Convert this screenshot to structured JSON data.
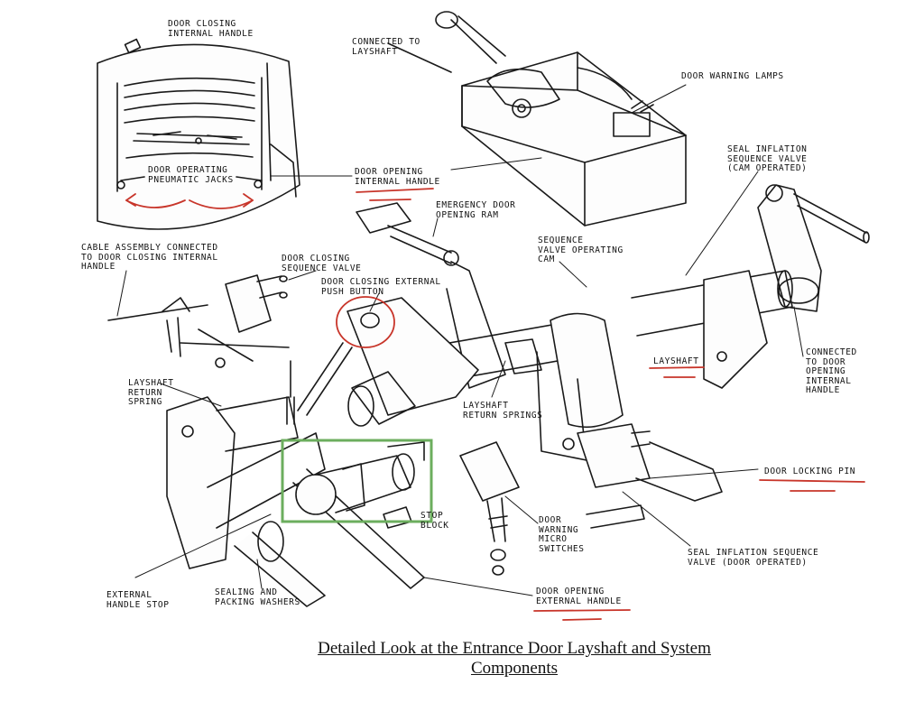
{
  "labels": {
    "door_closing_internal_handle": "DOOR CLOSING\nINTERNAL HANDLE",
    "connected_to_layshaft": "CONNECTED TO\nLAYSHAFT",
    "door_warning_lamps": "DOOR WARNING LAMPS",
    "door_operating_pneumatic_jacks": "DOOR OPERATING\nPNEUMATIC JACKS",
    "door_opening_internal_handle": "DOOR OPENING\nINTERNAL HANDLE",
    "seal_inflation_cam": "SEAL INFLATION\nSEQUENCE VALVE\n(CAM OPERATED)",
    "emergency_door_opening_ram": "EMERGENCY DOOR\nOPENING RAM",
    "cable_assembly": "CABLE ASSEMBLY CONNECTED\nTO DOOR CLOSING INTERNAL\nHANDLE",
    "door_closing_sequence_valve": "DOOR CLOSING\nSEQUENCE VALVE",
    "sequence_valve_operating_cam": "SEQUENCE\nVALVE OPERATING\nCAM",
    "door_closing_external_push_button": "DOOR CLOSING EXTERNAL\nPUSH BUTTON",
    "layshaft": "LAYSHAFT",
    "connected_to_door_opening_internal_handle": "CONNECTED\nTO DOOR\nOPENING\nINTERNAL\nHANDLE",
    "layshaft_return_spring": "LAYSHAFT\nRETURN\nSPRING",
    "layshaft_return_springs": "LAYSHAFT\nRETURN SPRINGS",
    "door_locking_pin": "DOOR LOCKING PIN",
    "stop_block": "STOP\nBLOCK",
    "door_warning_micro_switches": "DOOR\nWARNING\nMICRO\nSWITCHES",
    "seal_inflation_door": "SEAL INFLATION SEQUENCE\nVALVE (DOOR OPERATED)",
    "external_handle_stop": "EXTERNAL\nHANDLE STOP",
    "sealing_packing_washers": "SEALING AND\nPACKING WASHERS",
    "door_opening_external_handle": "DOOR OPENING\nEXTERNAL HANDLE"
  },
  "caption": {
    "line1": "Detailed Look at the Entrance Door Layshaft and System",
    "line2": "Components"
  },
  "annotation_colors": {
    "ink": "#1a1a1a",
    "red_markup": "#c8352a",
    "green_box": "#6cae5e"
  }
}
